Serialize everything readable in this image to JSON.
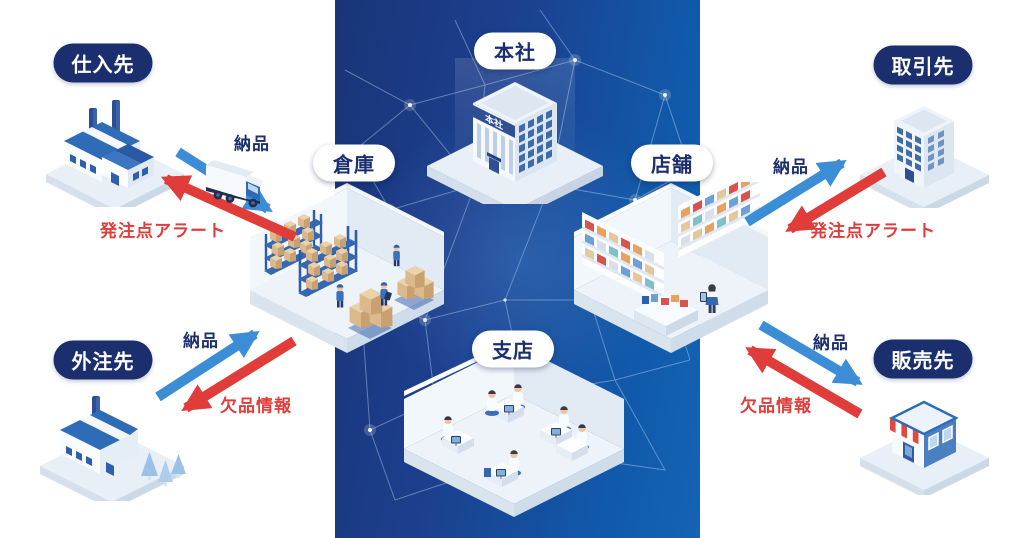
{
  "diagram": {
    "palette": {
      "band_navy_start": "#1a3478",
      "band_blue_end": "#1463b4",
      "pill_navy": "#1b2e6d",
      "delivery_blue": "#3b8ed6",
      "alert_red": "#e03c3a",
      "label_navy": "#1b2e6d"
    },
    "nodes": {
      "supplier": {
        "label": "仕入先",
        "icon": "factory-icon"
      },
      "headquarters": {
        "label": "本社",
        "icon": "office-building-icon",
        "building_sign": "本社"
      },
      "partner": {
        "label": "取引先",
        "icon": "office-building-icon"
      },
      "warehouse": {
        "label": "倉庫",
        "icon": "warehouse-room-icon"
      },
      "store": {
        "label": "店舗",
        "icon": "retail-store-room-icon"
      },
      "subcontractor": {
        "label": "外注先",
        "icon": "factory-trees-icon"
      },
      "branch": {
        "label": "支店",
        "icon": "office-room-icon"
      },
      "sales_outlet": {
        "label": "販売先",
        "icon": "shop-awning-icon"
      }
    },
    "flows": [
      {
        "id": "supplier-to-warehouse",
        "label": "納品",
        "color": "#3b8ed6",
        "from": "supplier",
        "to": "warehouse"
      },
      {
        "id": "warehouse-to-supplier",
        "label": "発注点アラート",
        "color": "#e03c3a",
        "from": "warehouse",
        "to": "supplier"
      },
      {
        "id": "store-to-partner",
        "label": "納品",
        "color": "#3b8ed6",
        "from": "store",
        "to": "partner"
      },
      {
        "id": "partner-to-store",
        "label": "発注点アラート",
        "color": "#e03c3a",
        "from": "partner",
        "to": "store"
      },
      {
        "id": "subcontractor-to-warehouse",
        "label": "納品",
        "color": "#3b8ed6",
        "from": "subcontractor",
        "to": "warehouse"
      },
      {
        "id": "warehouse-to-subcontractor",
        "label": "欠品情報",
        "color": "#e03c3a",
        "from": "warehouse",
        "to": "subcontractor"
      },
      {
        "id": "store-to-sales-outlet",
        "label": "納品",
        "color": "#3b8ed6",
        "from": "store",
        "to": "sales_outlet"
      },
      {
        "id": "sales-outlet-to-store",
        "label": "欠品情報",
        "color": "#e03c3a",
        "from": "sales_outlet",
        "to": "store"
      }
    ]
  }
}
